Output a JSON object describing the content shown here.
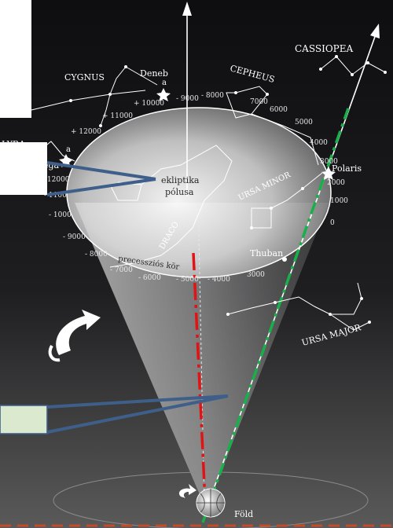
{
  "constellations": {
    "cassiopea": "CASSIOPEA",
    "cygnus": "CYGNUS",
    "deneb": "Deneb",
    "deneb_marker": "a",
    "cepheus": "CEPHEUS",
    "lyra": "LYRA",
    "vega": "Vega",
    "vega_marker": "a",
    "polaris": "Polaris",
    "ursa_minor": "URSA MINOR",
    "draco": "DRACO",
    "thuban": "Thuban",
    "ursa_major": "URSA MAJOR"
  },
  "labels": {
    "ecliptic_pole_line1": "ekliptika",
    "ecliptic_pole_line2": "pólusa",
    "precession_circle": "precessziós kör",
    "earth": "Föld"
  },
  "year_ticks": {
    "t_9000_top": "- 9000",
    "t_8000_top": "- 8000",
    "t_10000": "+ 10000",
    "t_11000": "+ 11000",
    "t_12000": "+ 12000",
    "t_7000": "7000",
    "t_6000": "6000",
    "t_5000": "5000",
    "t_4000_r": "4000",
    "t_3000": "3000",
    "t_2000": "2000",
    "t_1000": "1000",
    "t_0": "0",
    "t_m12000": "- 12000",
    "t_m11000": "- 1100",
    "t_m10000": "- 1000",
    "t_m9000": "- 9000",
    "t_m8000": "- 8000",
    "t_m7000": "- 7000",
    "t_m6000": "- 6000",
    "t_m5000": "- 5000",
    "t_m4000": "- 4000",
    "t_3000_b": "3000"
  },
  "colors": {
    "earth_axis_line": "#18b04a",
    "ecliptic_axis_line": "#e01414",
    "callout_fill": "#dbe9cf",
    "callout_line": "#3e5f8a"
  }
}
